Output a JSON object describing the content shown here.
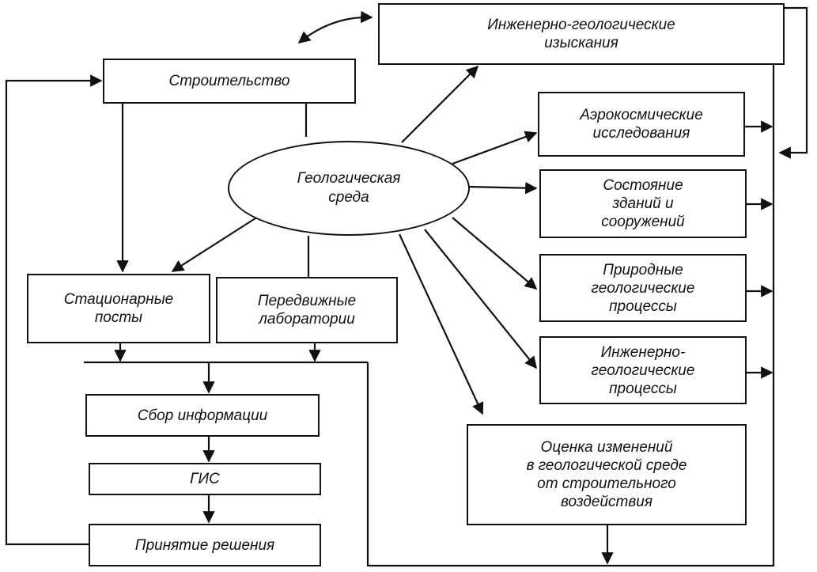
{
  "diagram": {
    "center": {
      "label": "Геологическая\nсреда"
    },
    "nodes": {
      "surveys": "Инженерно-геологические\nизыскания",
      "construction": "Строительство",
      "aerospace": "Аэрокосмические\nисследования",
      "buildings_state": "Состояние\nзданий и\nсооружений",
      "natural_processes": "Природные\nгеологические\nпроцессы",
      "engineering_processes": "Инженерно-\nгеологические\nпроцессы",
      "stationary_posts": "Стационарные\nпосты",
      "mobile_labs": "Передвижные\nлаборатории",
      "data_collection": "Сбор информации",
      "gis": "ГИС",
      "decision": "Принятие решения",
      "impact_assessment": "Оценка изменений\nв геологической среде\nот строительного\nвоздействия"
    }
  }
}
